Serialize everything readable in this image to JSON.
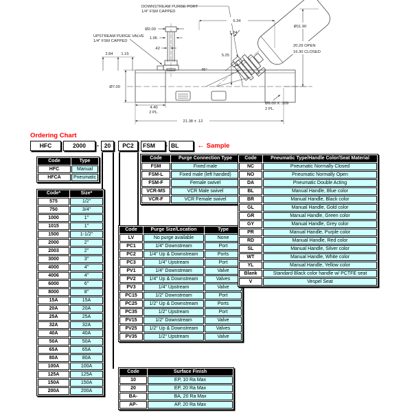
{
  "page": {
    "ordering_title": "Ordering Chart",
    "sample_arrow": "←",
    "sample_label": "Sample"
  },
  "sample_row": {
    "p1": "HFC",
    "p2": "2000",
    "p3": "20",
    "p4": "PC2",
    "p5": "FSM",
    "p6": "BL",
    "dash": "-"
  },
  "drawing": {
    "labels": {
      "downstream1": "DOWNSTREAM PURGE PORT",
      "downstream2": "1/4\" FSM CAPPED",
      "upstream1": "UPSTREAM PURGE VALVE",
      "upstream2": "1/4\" FSM CAPPED"
    },
    "dims": {
      "d634": "6.34",
      "d200": "Ø2.00",
      "d196": "1.96",
      "d124": "1.24",
      "d1190": "Ø11.90",
      "d42": ".42",
      "d284": "2.84",
      "d115": "1.15",
      "d525": "5.25",
      "d45": "45°",
      "d700": "Ø7.00",
      "open": "20.29 OPEN",
      "closed": "16.30 CLOSED",
      "d440": "4.40",
      "pl2a": "2 PL.",
      "d2138": "21.38 ± .12",
      "d600": "Ø6.00 X .109",
      "pl2b": "2 PL."
    }
  },
  "tables": {
    "type": {
      "headers": [
        "Code",
        "Type"
      ],
      "rows": [
        [
          "HFC",
          "Manual"
        ],
        [
          "HFCA",
          "Pneumatic"
        ]
      ]
    },
    "size": {
      "headers": [
        "Code*",
        "Size*"
      ],
      "rows": [
        [
          "575",
          "1/2\""
        ],
        [
          "750",
          "3/4\""
        ],
        [
          "1000",
          "1\""
        ],
        [
          "1015",
          "1\""
        ],
        [
          "1500",
          "1-1/2\""
        ],
        [
          "2000",
          "2\""
        ],
        [
          "2003",
          "2\""
        ],
        [
          "3000",
          "3\""
        ],
        [
          "4000",
          "4\""
        ],
        [
          "4006",
          "4\""
        ],
        [
          "6000",
          "6\""
        ],
        [
          "8000",
          "8\""
        ],
        [
          "15A",
          "15A"
        ],
        [
          "20A",
          "20A"
        ],
        [
          "25A",
          "25A"
        ],
        [
          "32A",
          "32A"
        ],
        [
          "40A",
          "40A"
        ],
        [
          "50A",
          "50A"
        ],
        [
          "65A",
          "65A"
        ],
        [
          "80A",
          "80A"
        ],
        [
          "100A",
          "100A"
        ],
        [
          "125A",
          "125A"
        ],
        [
          "150A",
          "150A"
        ],
        [
          "200A",
          "200A"
        ]
      ]
    },
    "purge_connection": {
      "headers": [
        "Code",
        "Purge Connection Type"
      ],
      "rows": [
        [
          "FSM",
          "Fixed male"
        ],
        [
          "FSM-L",
          "Fixed male (left handed)"
        ],
        [
          "FSM-F",
          "Female swivel"
        ],
        [
          "VCR-MS",
          "VCR Male swivel"
        ],
        [
          "VCR-F",
          "VCR Female swivel"
        ]
      ]
    },
    "purge_size": {
      "headers": [
        "Code",
        "Purge Size/Location",
        "Type"
      ],
      "rows": [
        [
          "LV",
          "No purge available",
          "None"
        ],
        [
          "PC1",
          "1/4\" Downstream",
          "Port"
        ],
        [
          "PC2",
          "1/4\" Up & Downstream",
          "Ports"
        ],
        [
          "PC3",
          "1/4\" Upstream",
          "Port"
        ],
        [
          "PV1",
          "1/4\" Downstream",
          "Valve"
        ],
        [
          "PV2",
          "1/4\" Up & Downstream",
          "Valves"
        ],
        [
          "PV3",
          "1/4\" Upstream",
          "Valve"
        ],
        [
          "PC15",
          "1/2\" Downstream",
          "Port"
        ],
        [
          "PC25",
          "1/2\" Up & Downstream",
          "Ports"
        ],
        [
          "PC35",
          "1/2\" Upstream",
          "Port"
        ],
        [
          "PV15",
          "1/2\" Downstream",
          "Valve"
        ],
        [
          "PV25",
          "1/2\" Up & Downstream",
          "Valves"
        ],
        [
          "PV35",
          "1/2\" Upstream",
          "Valve"
        ]
      ]
    },
    "surface_finish": {
      "headers": [
        "Code",
        "Surface Finish"
      ],
      "rows": [
        [
          "10",
          "EP, 10 Ra Max"
        ],
        [
          "20",
          "EP, 20 Ra Max"
        ],
        [
          "BA-",
          "BA, 20 Ra Max"
        ],
        [
          "AP-",
          "AP, 20 Ra Max"
        ]
      ]
    },
    "pneumatic": {
      "headers": [
        "Code",
        "Pneumatic Type/Handle Color/Seat Material"
      ],
      "rows": [
        [
          "NC",
          "Pneumatic Normally Closed"
        ],
        [
          "NO",
          "Pneumatic Normally Open"
        ],
        [
          "DA",
          "Pneumatic Double Acting"
        ],
        [
          "BL",
          "Manual Handle, Blue color"
        ],
        [
          "BR",
          "Manual Handle, Black color"
        ],
        [
          "GL",
          "Manual Handle, Gold color"
        ],
        [
          "GR",
          "Manual Handle, Green color"
        ],
        [
          "GY",
          "Manual Handle, Grey color"
        ],
        [
          "PR",
          "Manual Handle, Purple color"
        ],
        [
          "RD",
          "Manual Handle, Red color"
        ],
        [
          "SL",
          "Manual Handle, Silver color"
        ],
        [
          "WT",
          "Manual Handle, White color"
        ],
        [
          "YL",
          "Manual Handle, Yellow color"
        ],
        [
          "Blank",
          "Standard Black color handle w/ PCTFE seat"
        ],
        [
          "V",
          "Vespel Seat"
        ]
      ]
    }
  },
  "colors": {
    "accent_red": "#ff0000",
    "cell_cyan": "#ccffff",
    "header_bg": "#000000"
  }
}
